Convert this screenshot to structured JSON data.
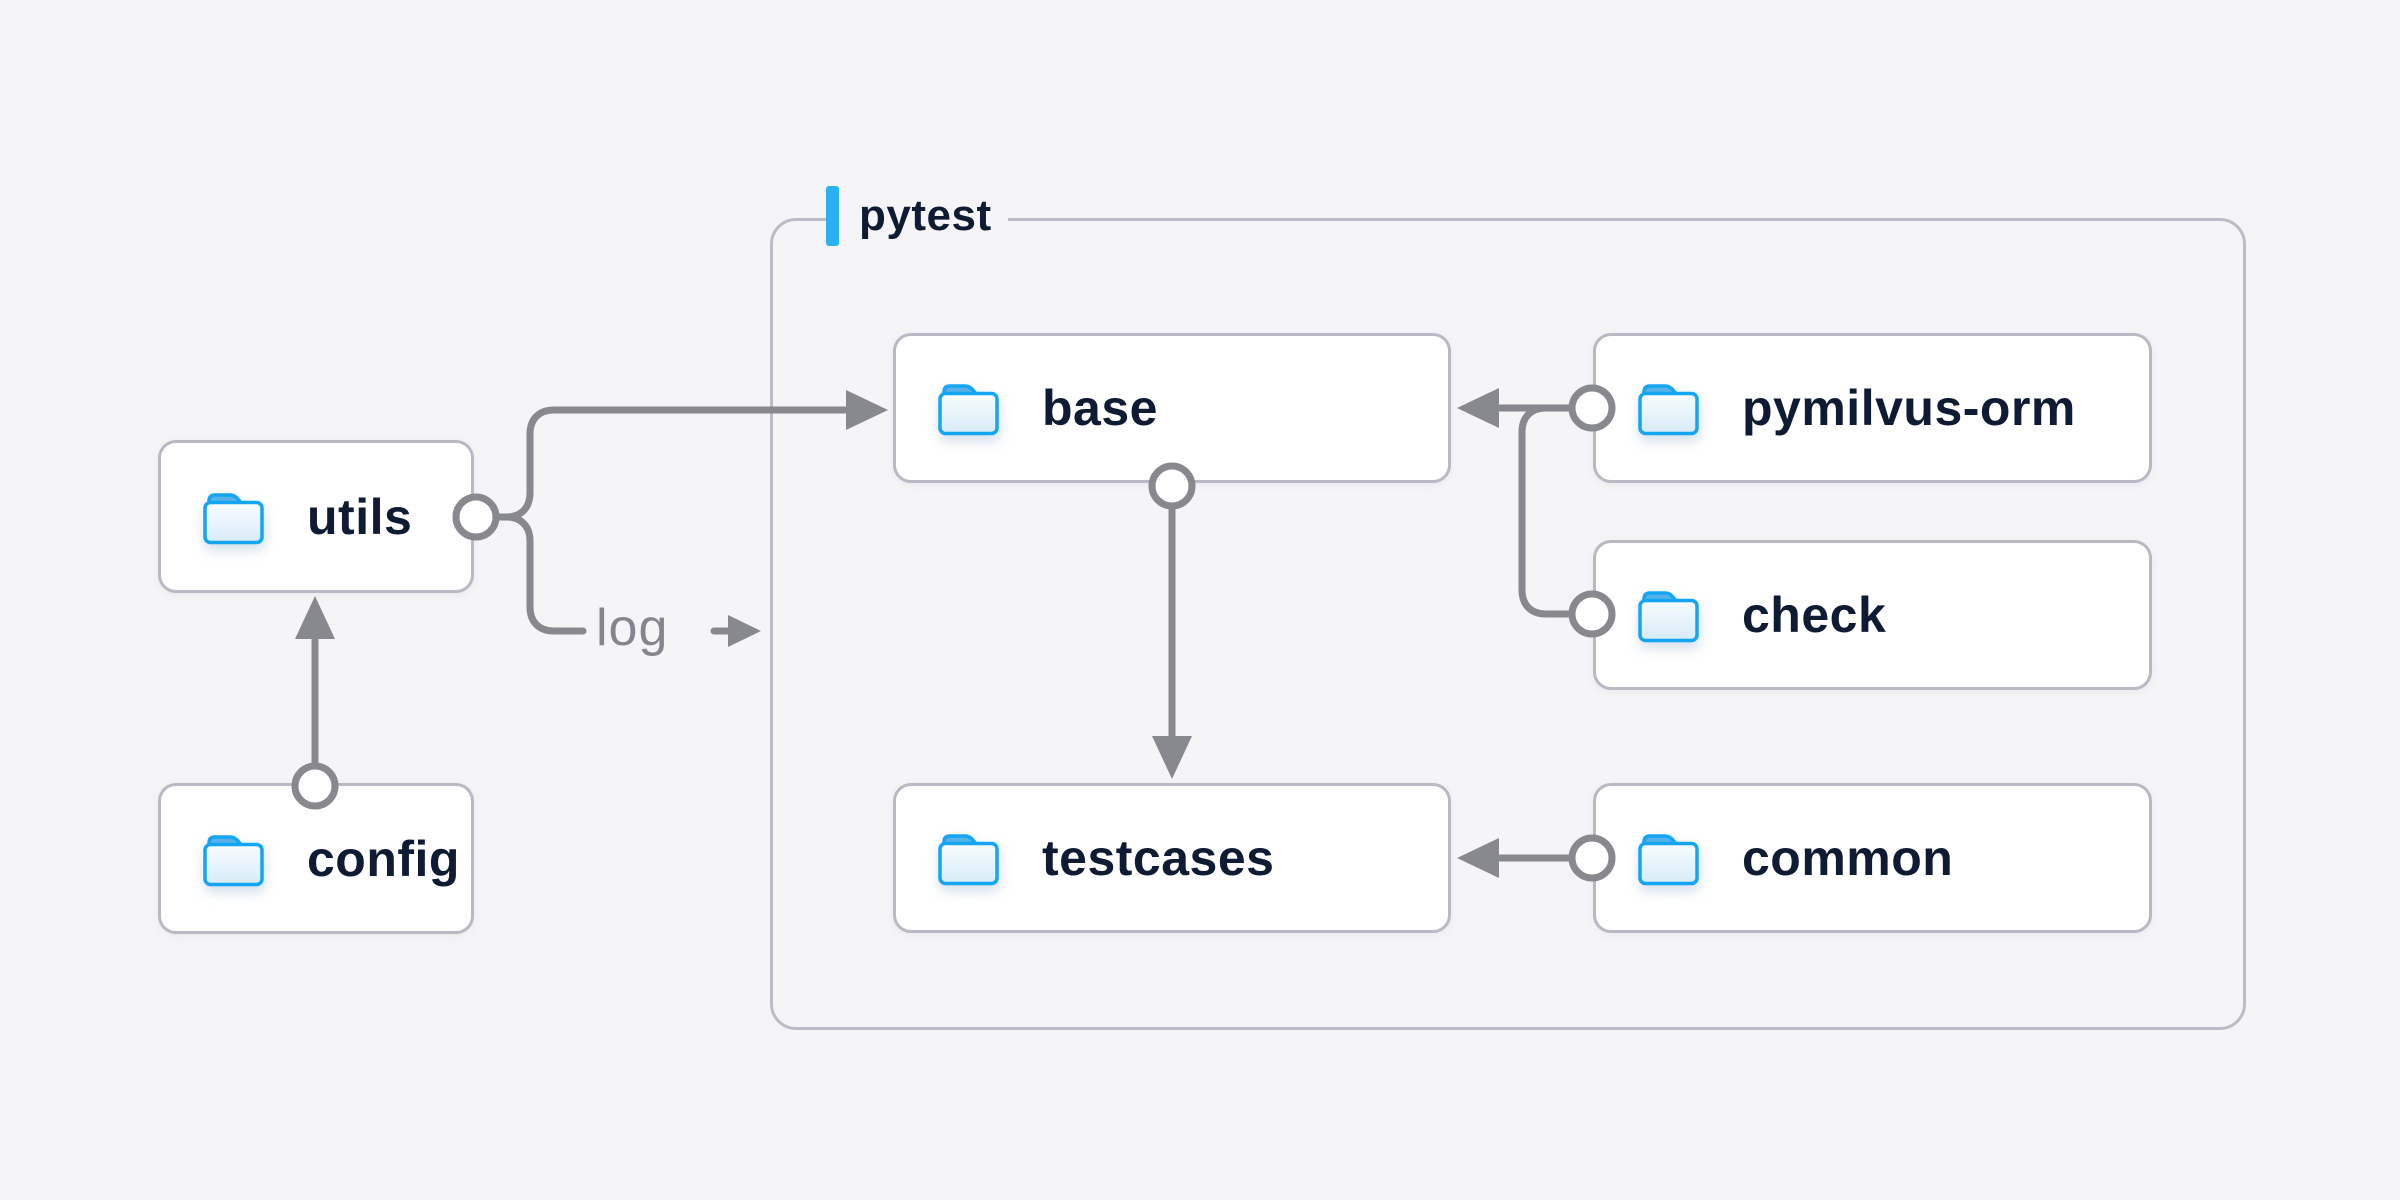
{
  "diagram": {
    "group": {
      "label": "pytest",
      "accent_color": "#29b1f3"
    },
    "nodes": [
      {
        "id": "utils",
        "label": "utils"
      },
      {
        "id": "config",
        "label": "config"
      },
      {
        "id": "base",
        "label": "base"
      },
      {
        "id": "pymilvus-orm",
        "label": "pymilvus-orm"
      },
      {
        "id": "check",
        "label": "check"
      },
      {
        "id": "testcases",
        "label": "testcases"
      },
      {
        "id": "common",
        "label": "common"
      }
    ],
    "edges": [
      {
        "from": "config",
        "to": "utils"
      },
      {
        "from": "utils",
        "to": "base"
      },
      {
        "from": "utils",
        "to": "pytest-group",
        "label": "log"
      },
      {
        "from": "base",
        "to": "testcases"
      },
      {
        "from": "pymilvus-orm",
        "to": "base"
      },
      {
        "from": "check",
        "to": "base"
      },
      {
        "from": "common",
        "to": "testcases"
      }
    ],
    "edge_label": {
      "text": "log"
    },
    "colors": {
      "background": "#f5f5f7",
      "node_border": "#b9b9c4",
      "group_border": "#bcbcc6",
      "connector": "#88888f",
      "label_text": "#0e1b33",
      "accent_blue": "#29b1f3",
      "folder_outline": "#14a5f3",
      "folder_tab": "#57b1e9"
    }
  }
}
